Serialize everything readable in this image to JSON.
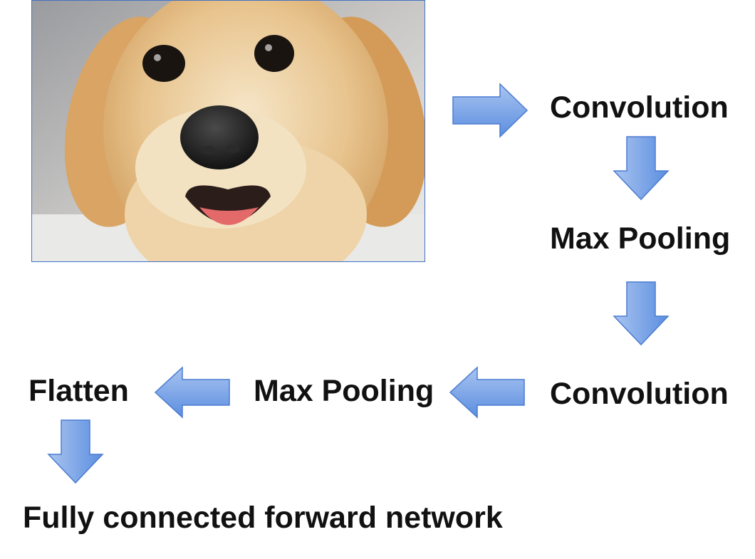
{
  "diagram": {
    "image": {
      "subject": "dog-photo"
    },
    "steps": {
      "conv1": "Convolution",
      "pool1": "Max Pooling",
      "conv2": "Convolution",
      "pool2": "Max Pooling",
      "flatten": "Flatten",
      "fc": "Fully connected forward network"
    },
    "colors": {
      "arrow_fill_top": "#a9c4f0",
      "arrow_fill_bottom": "#5b8ee0",
      "arrow_stroke": "#4a7bd0",
      "frame": "#4472c4",
      "text": "#111111"
    }
  }
}
